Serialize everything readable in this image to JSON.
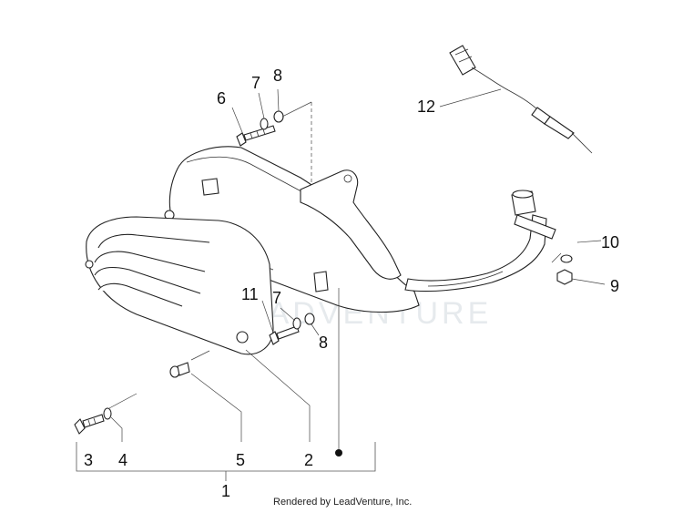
{
  "callouts": {
    "c1": "1",
    "c2": "2",
    "c3": "3",
    "c4": "4",
    "c5": "5",
    "c6": "6",
    "c7a": "7",
    "c7b": "7",
    "c8a": "8",
    "c8b": "8",
    "c9": "9",
    "c10": "10",
    "c11": "11",
    "c12": "12"
  },
  "footer": {
    "credit": "Rendered by LeadVenture, Inc."
  },
  "watermark": {
    "text": "LEADVENTURE"
  }
}
